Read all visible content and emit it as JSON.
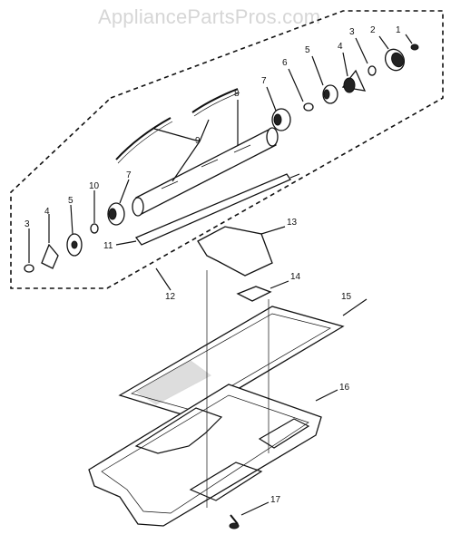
{
  "watermark": "AppliancePartsPros.com",
  "parts": {
    "p1": "1",
    "p2": "2",
    "p3a": "3",
    "p4a": "4",
    "p5a": "5",
    "p6": "6",
    "p7a": "7",
    "p8": "8",
    "p9": "9",
    "p3b": "3",
    "p4b": "4",
    "p5b": "5",
    "p10": "10",
    "p7b": "7",
    "p11": "11",
    "p12": "12",
    "p13": "13",
    "p14": "14",
    "p15": "15",
    "p16": "16",
    "p17": "17"
  }
}
